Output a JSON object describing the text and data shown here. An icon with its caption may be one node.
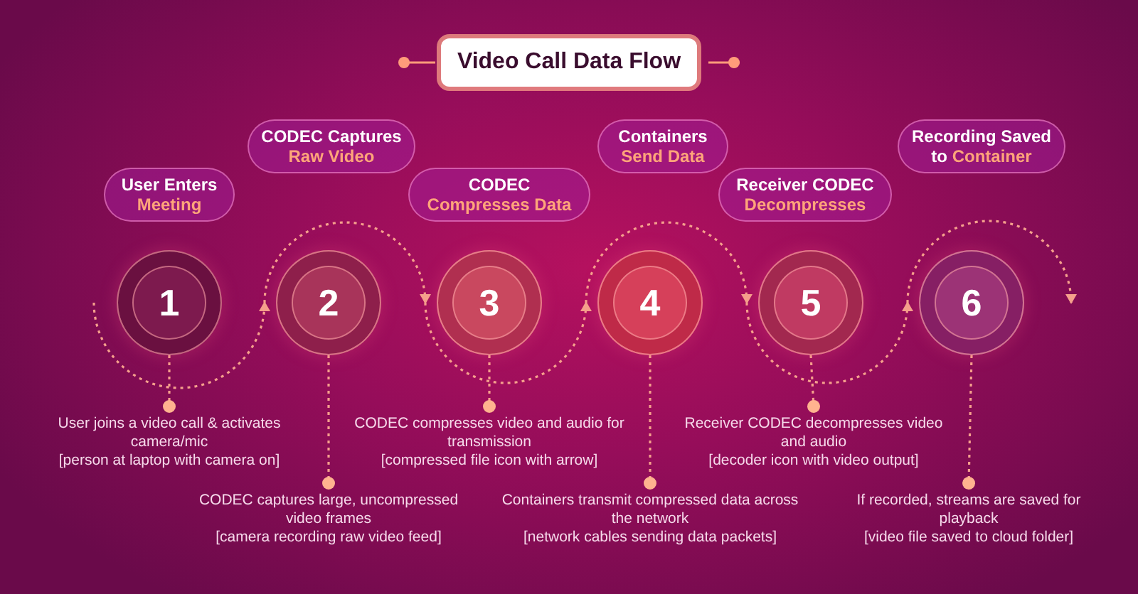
{
  "diagram": {
    "title": "Video Call Data Flow",
    "nodes": [
      {
        "text": [
          "User Enters",
          "Meeting"
        ]
      },
      {
        "text": [
          "1"
        ]
      },
      {
        "text": [
          "User joins a video call & activates camera/mic",
          "[person at laptop with camera on]"
        ]
      },
      {
        "text": [
          "CODEC Captures",
          "Raw Video"
        ]
      },
      {
        "text": [
          "2"
        ]
      },
      {
        "text": [
          "CODEC captures large, uncompressed video frames",
          "[camera recording raw video feed]"
        ]
      },
      {
        "text": [
          "CODEC",
          "Compresses Data"
        ]
      },
      {
        "text": [
          "3"
        ]
      },
      {
        "text": [
          "CODEC compresses video and audio for transmission",
          "[compressed file icon with arrow]"
        ]
      },
      {
        "text": [
          "Containers",
          "Send Data"
        ]
      },
      {
        "text": [
          "4"
        ]
      },
      {
        "text": [
          "Containers transmit compressed data across the network",
          "[network cables sending data packets]"
        ]
      },
      {
        "text": [
          "Receiver CODEC",
          "Decompresses"
        ]
      },
      {
        "text": [
          "5"
        ]
      },
      {
        "text": [
          "Receiver CODEC decompresses video and audio",
          "[decoder icon with video output]"
        ]
      },
      {
        "text": [
          "Recording Saved to",
          "Container"
        ]
      },
      {
        "text": [
          "6"
        ]
      },
      {
        "text": [
          "If recorded, streams are saved for playback",
          "[video file saved to cloud folder]"
        ]
      }
    ],
    "edges": [
      {
        "from": null,
        "to": 4,
        "arrow": "to",
        "style": "dashed"
      },
      {
        "from": 4,
        "to": 7,
        "arrow": "to",
        "style": "dashed"
      },
      {
        "from": 7,
        "to": 10,
        "arrow": "to",
        "style": "dashed"
      },
      {
        "from": 10,
        "to": 13,
        "arrow": "to",
        "style": "dashed"
      },
      {
        "from": 13,
        "to": 16,
        "arrow": "to",
        "style": "dashed"
      },
      {
        "from": 16,
        "to": null,
        "arrow": "to",
        "style": "dashed"
      },
      {
        "from": 1,
        "to": 2,
        "arrow": "other",
        "style": "dashed"
      },
      {
        "from": 4,
        "to": 5,
        "arrow": "other",
        "style": "dashed"
      },
      {
        "from": 7,
        "to": 8,
        "arrow": "other",
        "style": "dashed"
      },
      {
        "from": 10,
        "to": 11,
        "arrow": "other",
        "style": "dashed"
      },
      {
        "from": 13,
        "to": 14,
        "arrow": "other",
        "style": "dashed"
      },
      {
        "from": 16,
        "to": 17,
        "arrow": "other",
        "style": "dashed"
      }
    ]
  }
}
